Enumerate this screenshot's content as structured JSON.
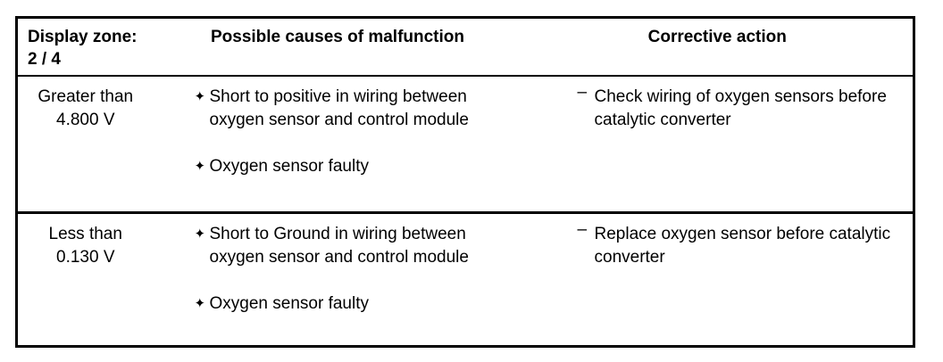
{
  "document": {
    "type": "diagnostic-troubleshooting-table",
    "background_color": "#ffffff",
    "text_color": "#000000",
    "border_color": "#000000"
  },
  "table": {
    "headers": {
      "zone": "Display\nzone: 2 / 4",
      "causes": "Possible causes of malfunction",
      "action": "Corrective action"
    },
    "markers": {
      "bullet": "✦",
      "dash": "–"
    },
    "rows": [
      {
        "zone": "Greater than\n4.800 V",
        "causes": [
          "Short to positive in wiring between oxygen sensor and control module",
          "Oxygen sensor faulty"
        ],
        "actions": [
          "Check wiring of oxygen sensors before catalytic converter"
        ]
      },
      {
        "zone": "Less than\n0.130 V",
        "causes": [
          "Short to Ground in wiring between oxygen sensor and control module",
          "Oxygen sensor faulty"
        ],
        "actions": [
          "Replace oxygen sensor before catalytic converter"
        ]
      }
    ]
  }
}
